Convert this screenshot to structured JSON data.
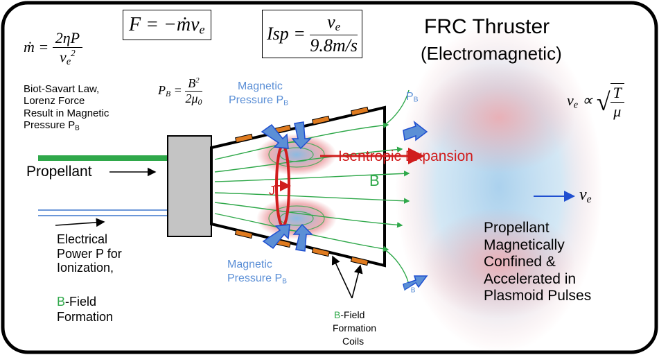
{
  "title": {
    "line1": "FRC Thruster",
    "line2": "(Electromagnetic)"
  },
  "equations": {
    "mdot": {
      "lhs": "ṁ =",
      "num": "2ηP",
      "den": "v",
      "den_sub": "e",
      "den_sup": "2"
    },
    "force": "F = −ṁv",
    "force_sub": "e",
    "isp": {
      "lhs": "Isp =",
      "num": "v",
      "num_sub": "e",
      "den": "9.8m/s"
    },
    "pb": {
      "lhs": "P",
      "lhs_sub": "B",
      "eq": "=",
      "num": "B",
      "num_sup": "2",
      "den": "2μ",
      "den_sub": "0"
    },
    "ve_prop": {
      "lhs": "v",
      "lhs_sub": "e",
      "rel": "∝",
      "num": "T",
      "den": "μ"
    },
    "ve_arrow": "v",
    "ve_arrow_sub": "e"
  },
  "labels": {
    "biot": "Biot-Savart Law,\nLorenz Force\nResult in Magnetic\nPressure P",
    "biot_sub": "B",
    "mag_pressure_top_1": "Magnetic",
    "mag_pressure_top_2": "Pressure P",
    "mag_pressure_bottom_1": "Magnetic",
    "mag_pressure_bottom_2": "Pressure P",
    "pb_sub": "B",
    "pb_right_top": "P",
    "pb_right_bottom": "P",
    "isentropic": "Isentropic Expansion",
    "j": "J",
    "b": "B",
    "propellant": "Propellant",
    "electrical": "Electrical\nPower P for\nIonization,",
    "bfield_b": "B",
    "bfield_rest": "-Field",
    "formation": "Formation",
    "coils_b": "B",
    "coils_rest": "-Field",
    "coils_2": "Formation",
    "coils_3": "Coils",
    "plasmoid": "Propellant\nMagnetically\nConfined &\nAccelerated in\nPlasmoid Pulses"
  },
  "colors": {
    "blue": "#5b8fd6",
    "green": "#2fa84a",
    "red": "#d01d1d",
    "coil": "#e07b1f",
    "gray": "#c4c4c4"
  }
}
